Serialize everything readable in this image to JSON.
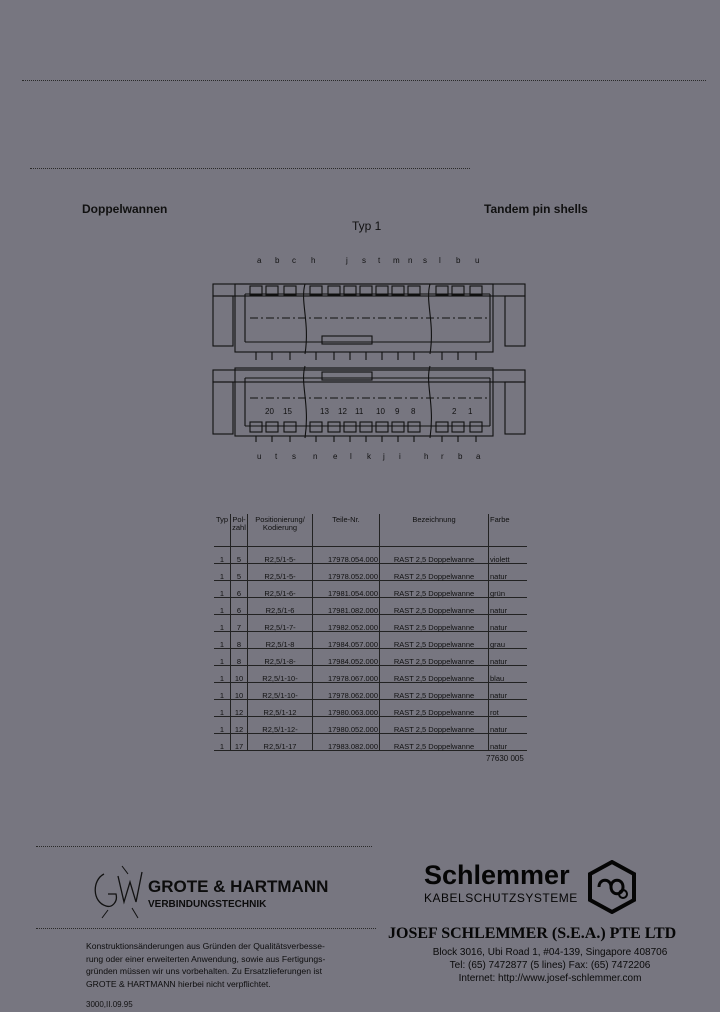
{
  "heading": {
    "left": "Doppelwannen",
    "right": "Tandem pin shells",
    "type": "Typ 1"
  },
  "drawing": {
    "top_letters": [
      "a",
      "b",
      "c",
      "h",
      "j",
      "s",
      "t",
      "m",
      "n",
      "s",
      "l",
      "b",
      "u"
    ],
    "bottom_numbers": [
      "20",
      "15",
      "13",
      "12",
      "11",
      "10",
      "9",
      "8",
      "2",
      "1"
    ],
    "bottom_letters": [
      "u",
      "t",
      "s",
      "n",
      "e",
      "l",
      "k",
      "j",
      "i",
      "h",
      "r",
      "b",
      "a"
    ]
  },
  "table": {
    "headers": {
      "typ": "Typ",
      "pol": "Pol-zahl",
      "pos": "Positionierung/ Kodierung",
      "teil": "Teile-Nr.",
      "bez": "Bezeichnung",
      "farbe": "Farbe"
    },
    "rows": [
      {
        "typ": "1",
        "pol": "5",
        "pos": "R2,5/1-5-",
        "teil": "17978.054.000",
        "bez": "RAST 2,5 Doppelwanne",
        "farbe": "violett"
      },
      {
        "typ": "1",
        "pol": "5",
        "pos": "R2,5/1-5-",
        "teil": "17978.052.000",
        "bez": "RAST 2,5 Doppelwanne",
        "farbe": "natur"
      },
      {
        "typ": "1",
        "pol": "6",
        "pos": "R2,5/1-6-",
        "teil": "17981.054.000",
        "bez": "RAST 2,5 Doppelwanne",
        "farbe": "grün"
      },
      {
        "typ": "1",
        "pol": "6",
        "pos": "R2,5/1-6",
        "teil": "17981.082.000",
        "bez": "RAST 2,5 Doppelwanne",
        "farbe": "natur"
      },
      {
        "typ": "1",
        "pol": "7",
        "pos": "R2,5/1-7-",
        "teil": "17982.052.000",
        "bez": "RAST 2,5 Doppelwanne",
        "farbe": "natur"
      },
      {
        "typ": "1",
        "pol": "8",
        "pos": "R2,5/1-8",
        "teil": "17984.057.000",
        "bez": "RAST 2,5 Doppelwanne",
        "farbe": "grau"
      },
      {
        "typ": "1",
        "pol": "8",
        "pos": "R2,5/1-8-",
        "teil": "17984.052.000",
        "bez": "RAST 2,5 Doppelwanne",
        "farbe": "natur"
      },
      {
        "typ": "1",
        "pol": "10",
        "pos": "R2,5/1-10-",
        "teil": "17978.067.000",
        "bez": "RAST 2,5 Doppelwanne",
        "farbe": "blau"
      },
      {
        "typ": "1",
        "pol": "10",
        "pos": "R2,5/1-10-",
        "teil": "17978.062.000",
        "bez": "RAST 2,5 Doppelwanne",
        "farbe": "natur"
      },
      {
        "typ": "1",
        "pol": "12",
        "pos": "R2,5/1-12",
        "teil": "17980.063.000",
        "bez": "RAST 2,5 Doppelwanne",
        "farbe": "rot"
      },
      {
        "typ": "1",
        "pol": "12",
        "pos": "R2,5/1-12-",
        "teil": "17980.052.000",
        "bez": "RAST 2,5 Doppelwanne",
        "farbe": "natur"
      },
      {
        "typ": "1",
        "pol": "17",
        "pos": "R2,5/1-17",
        "teil": "17983.082.000",
        "bez": "RAST 2,5 Doppelwanne",
        "farbe": "natur"
      }
    ],
    "drawing_number": "77630 005"
  },
  "footer": {
    "gh_name": "GROTE & HARTMANN",
    "gh_sub": "VERBINDUNGSTECHNIK",
    "note": [
      "Konstruktionsänderungen aus Gründen der Qualitätsverbesse-",
      "rung oder einer erweiterten Anwendung, sowie aus Fertigungs-",
      "gründen müssen wir uns vorbehalten. Zu Ersatzlieferungen ist",
      "GROTE & HARTMANN hierbei nicht verpflichtet."
    ],
    "date": "3000,II.09.95",
    "schlemmer": "Schlemmer",
    "schlemmer_sub": "KABELSCHUTZSYSTEME",
    "josef": "JOSEF SCHLEMMER (S.E.A.) PTE LTD",
    "address": [
      "Block 3016, Ubi Road 1, #04-139, Singapore 408706",
      "Tel: (65) 7472877 (5 lines)  Fax: (65) 7472206",
      "Internet: http://www.josef-schlemmer.com"
    ]
  }
}
